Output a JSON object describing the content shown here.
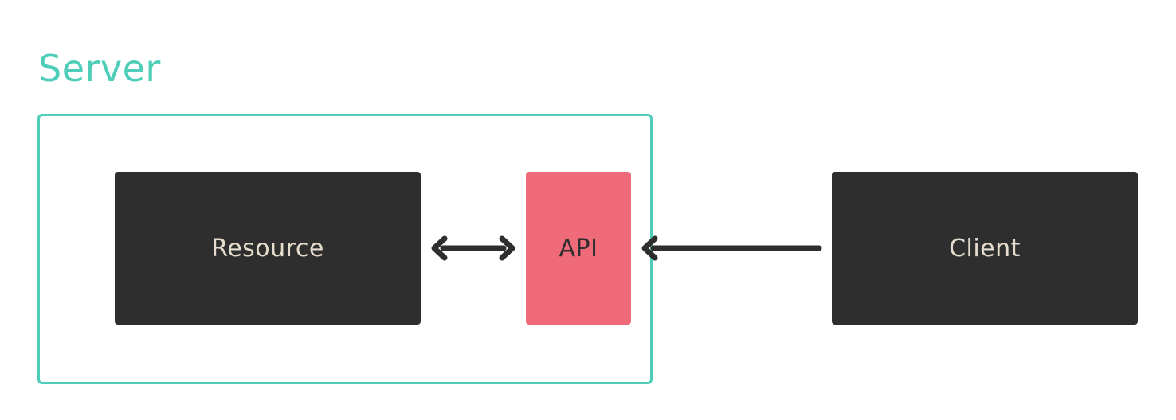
{
  "server": {
    "title": "Server"
  },
  "nodes": {
    "resource": {
      "label": "Resource"
    },
    "api": {
      "label": "API"
    },
    "client": {
      "label": "Client"
    }
  },
  "colors": {
    "server_accent": "#4ecdb8",
    "node_dark": "#2e2e2e",
    "node_text": "#e6dccd",
    "api_fill": "#ef6b79",
    "api_text": "#2e2e2e",
    "arrow": "#2e2e2e"
  }
}
